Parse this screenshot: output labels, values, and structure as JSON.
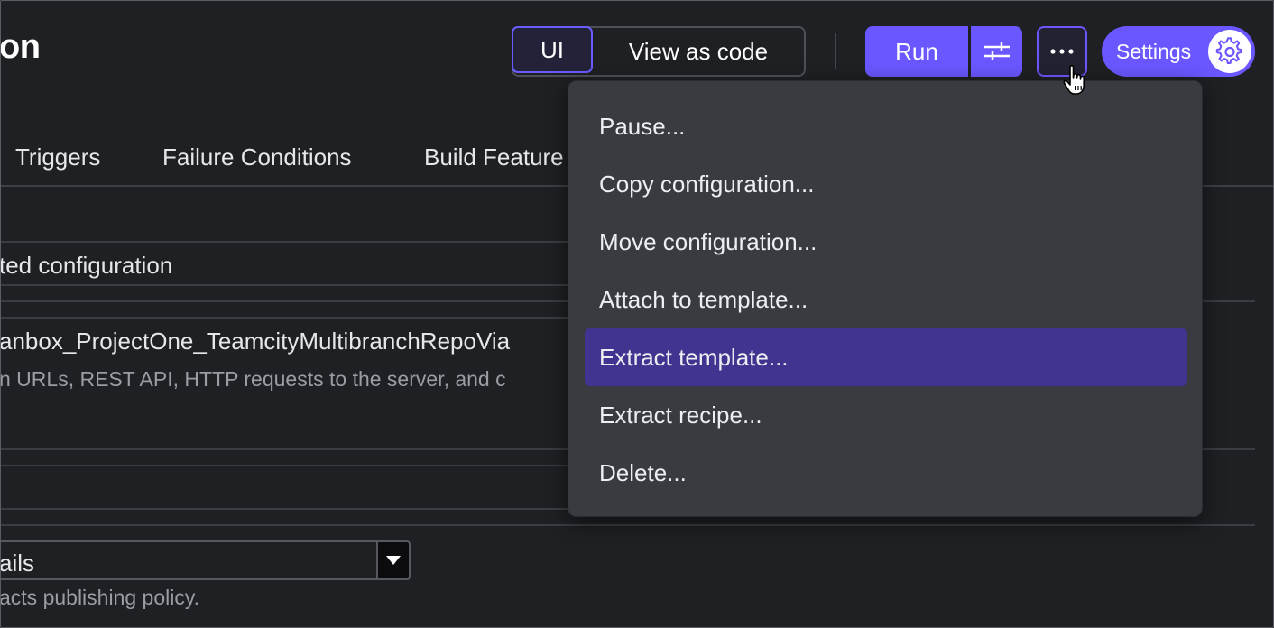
{
  "header": {
    "title_fragment": "on",
    "view_toggle": {
      "ui_label": "UI",
      "code_label": "View as code"
    },
    "run_label": "Run",
    "settings_label": "Settings"
  },
  "tabs": [
    "Triggers",
    "Failure Conditions",
    "Build Feature"
  ],
  "form": {
    "template_text": "ted configuration",
    "build_id_text": "anbox_ProjectOne_TeamcityMultibranchRepoVia",
    "build_id_hint": "n URLs, REST API, HTTP requests to the server, and c",
    "select_value": "ails",
    "select_hint": "acts publishing policy."
  },
  "menu": {
    "items": [
      "Pause...",
      "Copy configuration...",
      "Move configuration...",
      "Attach to template...",
      "Extract template...",
      "Extract recipe...",
      "Delete..."
    ],
    "highlighted_index": 4
  },
  "colors": {
    "accent": "#6b57ff",
    "menu_bg": "#393b40",
    "menu_highlight": "#3f3490",
    "page_bg": "#1f2024"
  }
}
